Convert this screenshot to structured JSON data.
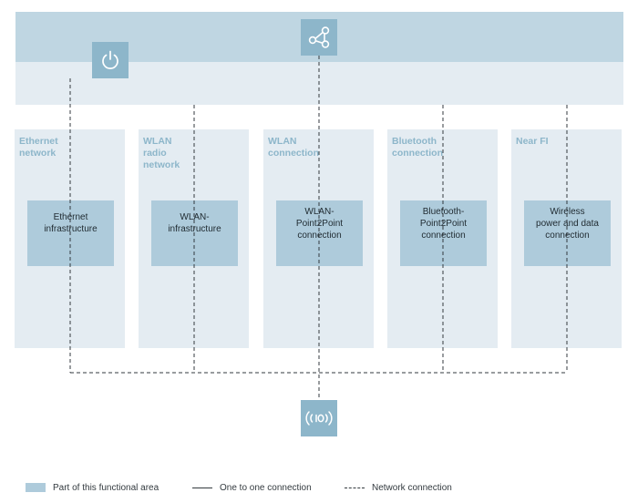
{
  "colors": {
    "top_band": "#bfd6e2",
    "panel": "#e4ecf2",
    "box": "#aecbdb",
    "icon_bg": "#8db6ca",
    "title_text": "#8db6ca",
    "line": "#333a3f"
  },
  "icons": {
    "top": "share-network-icon",
    "power": "power-icon",
    "bottom": "wireless-io-icon"
  },
  "columns": [
    {
      "title": "Ethernet\nnetwork",
      "box_label": "Ethernet\ninfrastructure"
    },
    {
      "title": "WLAN\nradio\nnetwork",
      "box_label": "WLAN-\ninfrastructure"
    },
    {
      "title": "WLAN\nconnection",
      "box_label": "WLAN-\nPoint2Point\nconnection"
    },
    {
      "title": "Bluetooth\nconnection",
      "box_label": "Bluetooth-\nPoint2Point\nconnection"
    },
    {
      "title": "Near FI",
      "box_label": "Wireless\npower and data\nconnection"
    }
  ],
  "legend": {
    "area": "Part of this functional area",
    "solid": "One to one connection",
    "dashed": "Network connection"
  }
}
